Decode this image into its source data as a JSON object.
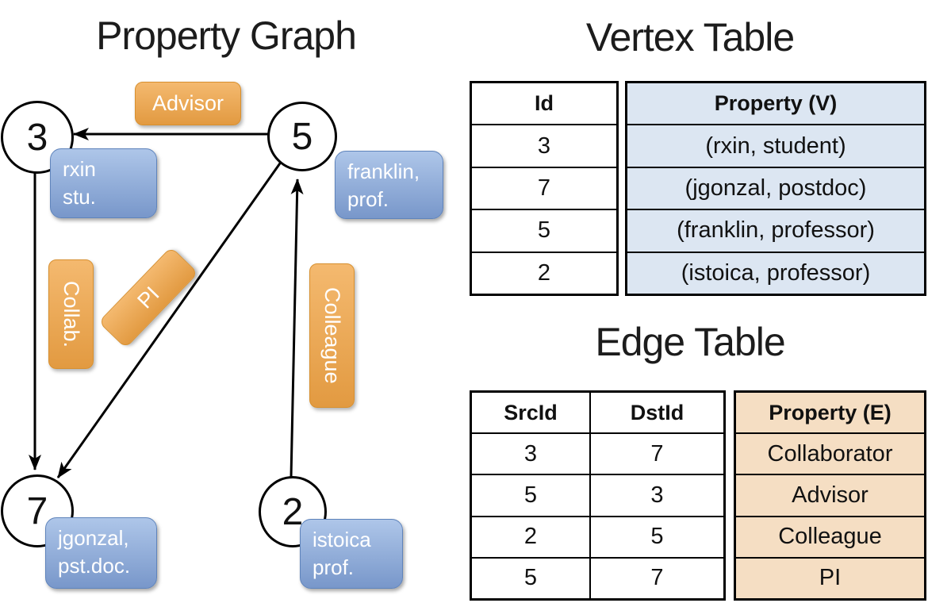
{
  "diagram": {
    "title": "Property Graph",
    "nodes": [
      {
        "id": "3",
        "label_line1": "rxin",
        "label_line2": "stu."
      },
      {
        "id": "5",
        "label_line1": "franklin,",
        "label_line2": "prof."
      },
      {
        "id": "7",
        "label_line1": "jgonzal,",
        "label_line2": "pst.doc."
      },
      {
        "id": "2",
        "label_line1": "istoica",
        "label_line2": "prof."
      }
    ],
    "edges": [
      {
        "src": "5",
        "dst": "3",
        "label": "Advisor"
      },
      {
        "src": "3",
        "dst": "7",
        "label": "Collab."
      },
      {
        "src": "5",
        "dst": "7",
        "label": "PI"
      },
      {
        "src": "2",
        "dst": "5",
        "label": "Colleague"
      }
    ]
  },
  "vertex_table": {
    "title": "Vertex Table",
    "columns": [
      "Id",
      "Property (V)"
    ],
    "rows": [
      [
        "3",
        "(rxin, student)"
      ],
      [
        "7",
        "(jgonzal, postdoc)"
      ],
      [
        "5",
        "(franklin, professor)"
      ],
      [
        "2",
        "(istoica, professor)"
      ]
    ]
  },
  "edge_table": {
    "title": "Edge Table",
    "columns": [
      "SrcId",
      "DstId",
      "Property (E)"
    ],
    "rows": [
      [
        "3",
        "7",
        "Collaborator"
      ],
      [
        "5",
        "3",
        "Advisor"
      ],
      [
        "2",
        "5",
        "Colleague"
      ],
      [
        "5",
        "7",
        "PI"
      ]
    ]
  },
  "colors": {
    "edge_label_fill_top": "#F4B96F",
    "edge_label_fill_bottom": "#E29A41",
    "vertex_label_fill_top": "#AEC6E9",
    "vertex_label_fill_bottom": "#7897CA",
    "vertex_table_accent": "#DCE6F2",
    "edge_table_accent": "#F5DEC3",
    "line_color": "#000000"
  }
}
